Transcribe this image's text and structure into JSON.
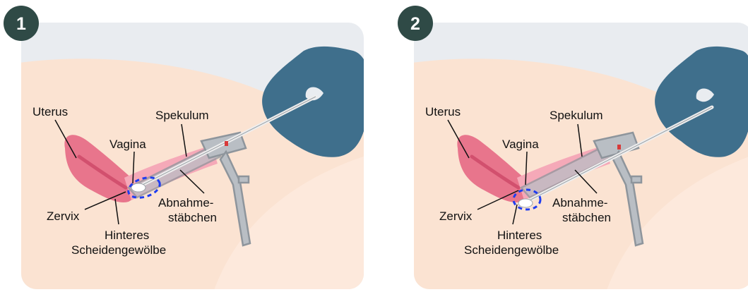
{
  "colors": {
    "panel_bg": "#e9ecf0",
    "skin": "#fbe3d2",
    "leg": "#fde9dc",
    "glove": "#3f6f8c",
    "uterus": "#e8758c",
    "vagina": "#f5a9b8",
    "speculum": "#b9bec4",
    "swab": "#eeeeee",
    "marker": "#1f3df0",
    "badge": "#2f4a46"
  },
  "panels": [
    {
      "number": "1",
      "labels": {
        "uterus": "Uterus",
        "spekulum": "Spekulum",
        "vagina": "Vagina",
        "zervix": "Zervix",
        "abnahme_1": "Abnahme-",
        "abnahme_2": "stäbchen",
        "hinteres_1": "Hinteres",
        "hinteres_2": "Scheidengewölbe"
      }
    },
    {
      "number": "2",
      "labels": {
        "uterus": "Uterus",
        "spekulum": "Spekulum",
        "vagina": "Vagina",
        "zervix": "Zervix",
        "abnahme_1": "Abnahme-",
        "abnahme_2": "stäbchen",
        "hinteres_1": "Hinteres",
        "hinteres_2": "Scheidengewölbe"
      }
    }
  ]
}
